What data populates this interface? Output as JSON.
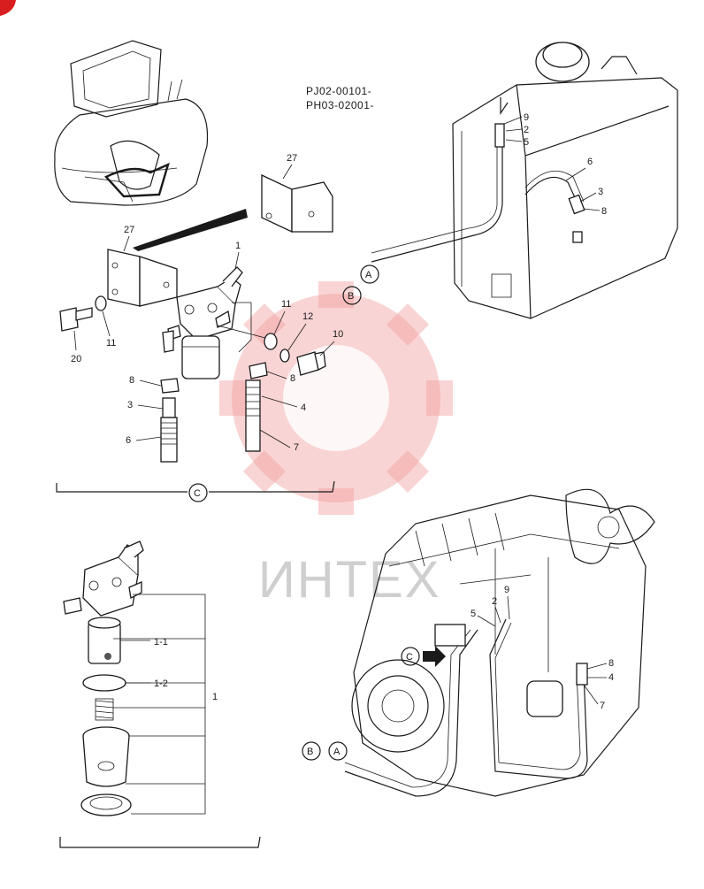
{
  "header": {
    "serial_1": "PJ02-00101-",
    "serial_2": "PH03-02001-"
  },
  "watermark": {
    "text": "ИНТЕХ"
  },
  "callouts": {
    "group_c_top": "C",
    "group_c_engine": "C",
    "line_a_tank": "A",
    "line_b_tank": "B",
    "line_a_engine": "A",
    "line_b_engine": "B"
  },
  "labels": {
    "p1": "1",
    "p27a": "27",
    "p27b": "27",
    "p20": "20",
    "p11a": "11",
    "p11b": "11",
    "p12": "12",
    "p10": "10",
    "p8a": "8",
    "p8b": "8",
    "p3a": "3",
    "p6a": "6",
    "p4a": "4",
    "p7a": "7",
    "t9": "9",
    "t2": "2",
    "t5": "5",
    "t6": "6",
    "t3": "3",
    "t8": "8",
    "k1_1": "1-1",
    "k1_2": "1-2",
    "k1": "1",
    "e2": "2",
    "e9": "9",
    "e5": "5",
    "e8": "8",
    "e4": "4",
    "e7": "7"
  },
  "colors": {
    "line": "#1a1a1a",
    "watermark": "#f2a0a0",
    "corner_mark": "#d81e1e"
  }
}
